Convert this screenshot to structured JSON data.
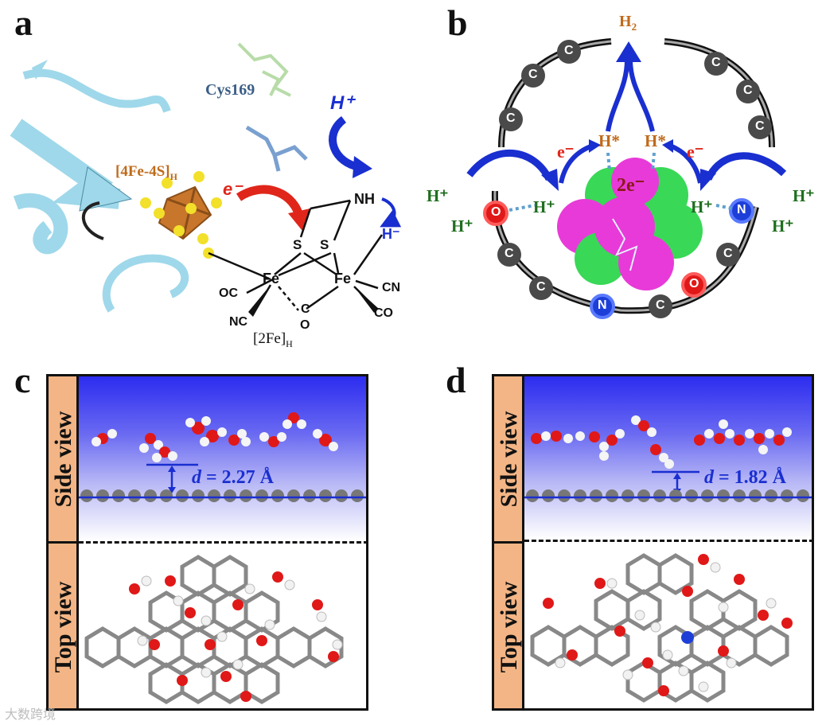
{
  "panels": {
    "a": {
      "letter": "a",
      "cys_label": "Cys169",
      "hplus": "H⁺",
      "cluster_label": "[4Fe-4S]",
      "cluster_sub": "H",
      "electron": "e⁻",
      "nh": "NH",
      "hminus": "H⁻",
      "s1": "S",
      "s2": "S",
      "fe1": "Fe",
      "fe2": "Fe",
      "oc": "OC",
      "nc": "NC",
      "cn": "CN",
      "co_right": "CO",
      "c_bridge": "C",
      "o_bridge": "O",
      "twofe": "[2Fe]",
      "twofe_sub": "H"
    },
    "b": {
      "letter": "b",
      "h2": "H",
      "h2_sub": "2",
      "hstar1": "H*",
      "hstar2": "H*",
      "e_left": "e⁻",
      "e_right": "e⁻",
      "two_e": "2e⁻",
      "hplus": "H⁺",
      "o_atom": "O",
      "n_atom": "N",
      "c_atom": "C"
    },
    "c": {
      "letter": "c",
      "side_view": "Side view",
      "top_view": "Top view",
      "d_symbol": "d",
      "d_value": " = 2.27 Å"
    },
    "d": {
      "letter": "d",
      "side_view": "Side view",
      "top_view": "Top view",
      "d_symbol": "d",
      "d_value": " = 1.82 Å"
    }
  },
  "colors": {
    "protein": "#9fd8ea",
    "iron": "#c8762c",
    "sulfur": "#f2e02a",
    "arrow_red": "#e0261b",
    "arrow_blue": "#1a2fd0",
    "text_orange": "#c06a1a",
    "text_green": "#1f6e1f",
    "carbon": "#444444",
    "oxygen": "#e01818",
    "nitrogen": "#1d3fd8",
    "cluster_green": "#39d857",
    "cluster_magenta": "#e83ad8",
    "sidebar": "#f3b585"
  },
  "watermark": "大数跨境"
}
